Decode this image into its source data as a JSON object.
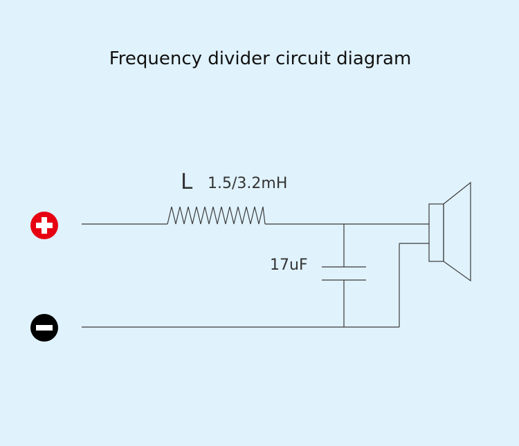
{
  "title": "Frequency divider circuit diagram",
  "inductor": {
    "symbol": "L",
    "value": "1.5/3.2mH"
  },
  "capacitor": {
    "value": "17uF"
  },
  "terminals": {
    "positive": {
      "icon": "plus-circle-icon",
      "color": "#e60012"
    },
    "negative": {
      "icon": "minus-circle-icon",
      "color": "#000000"
    }
  },
  "colors": {
    "background": "#e0f2fc",
    "wire": "#3a3a3a"
  }
}
